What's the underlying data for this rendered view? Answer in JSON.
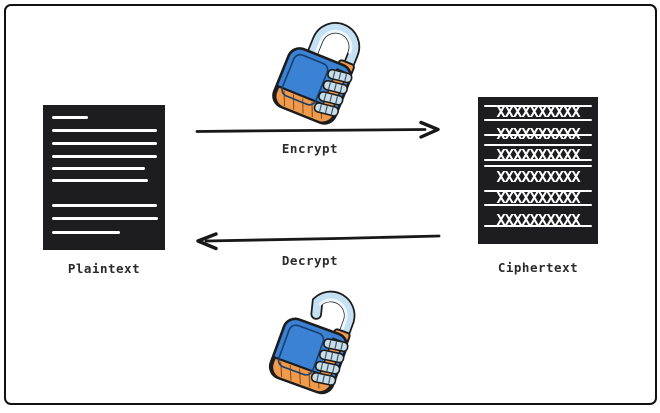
{
  "diagram": {
    "plaintext": {
      "label": "Plaintext"
    },
    "ciphertext": {
      "label": "Ciphertext",
      "rows": [
        "XXXXXXXXXX",
        "XXXXXXXXXX",
        "XXXXXXXXXX",
        "XXXXXXXXXX",
        "XXXXXXXXXX",
        "XXXXXXXXXX"
      ]
    },
    "flows": {
      "encrypt_label": "Encrypt",
      "decrypt_label": "Decrypt"
    },
    "colors": {
      "ink": "#1a1a1a",
      "document_bg": "#1d1d1f",
      "document_line": "#ffffff",
      "lock_body": "#3b82d4",
      "lock_accent_orange": "#f09a4e",
      "shackle": "#cfe9f8"
    }
  }
}
